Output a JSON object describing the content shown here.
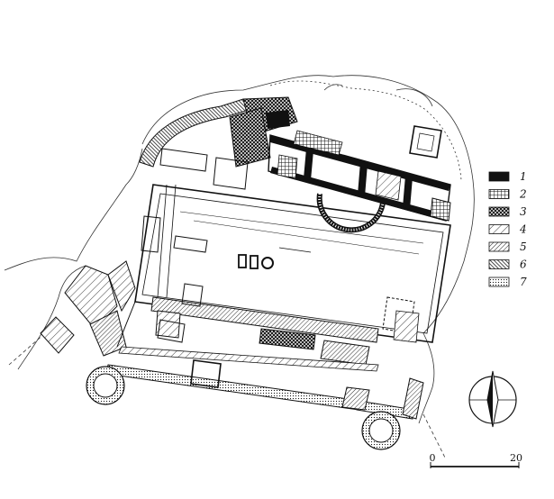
{
  "legend": {
    "items": [
      {
        "label": "1",
        "pattern": "solid"
      },
      {
        "label": "2",
        "pattern": "grid"
      },
      {
        "label": "3",
        "pattern": "cross"
      },
      {
        "label": "4",
        "pattern": "diag-sparse"
      },
      {
        "label": "5",
        "pattern": "diag-dense"
      },
      {
        "label": "6",
        "pattern": "diag-bold"
      },
      {
        "label": "7",
        "pattern": "dots"
      }
    ]
  },
  "scale_bar": {
    "start_label": "0",
    "end_label": "20"
  },
  "colors": {
    "ink": "#111111",
    "paper": "#ffffff"
  }
}
